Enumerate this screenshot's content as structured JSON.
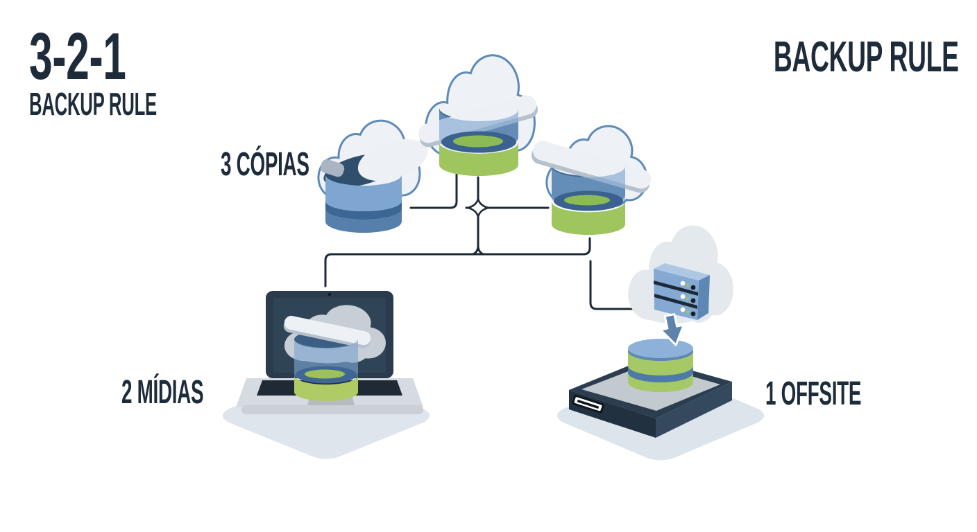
{
  "header_left": {
    "number": "3-2-1",
    "subtitle": "BACKUP RULE"
  },
  "header_right": {
    "title": "BACKUP RULE"
  },
  "diagram": {
    "nodes": {
      "copies": {
        "label": "3 CÓPIAS"
      },
      "media": {
        "label": "2 MÍDIAS"
      },
      "offsite": {
        "label": "1 OFFSITE"
      }
    },
    "icons": [
      "cloud-database-copy-1",
      "cloud-database-copy-2",
      "cloud-database-copy-3",
      "laptop-with-cloud-database",
      "offsite-drive-with-cloud-server"
    ]
  },
  "colors": {
    "ink": "#1d2b3a",
    "connector_line": "#1c2a38",
    "cloud_fill": "#eef1f6",
    "cloud_stroke": "#5d8ab8",
    "gray_cloud": "#c7ced5",
    "soft_cloud": "#e4e9ee",
    "blue_cylinder": "#7da5d1",
    "dark_blue_ring": "#3a6190",
    "green_cylinder": "#9fc55e",
    "server_blue": "#84a9d2",
    "navy_hardware": "#2c3d4f",
    "platform": "#dee5ec"
  }
}
